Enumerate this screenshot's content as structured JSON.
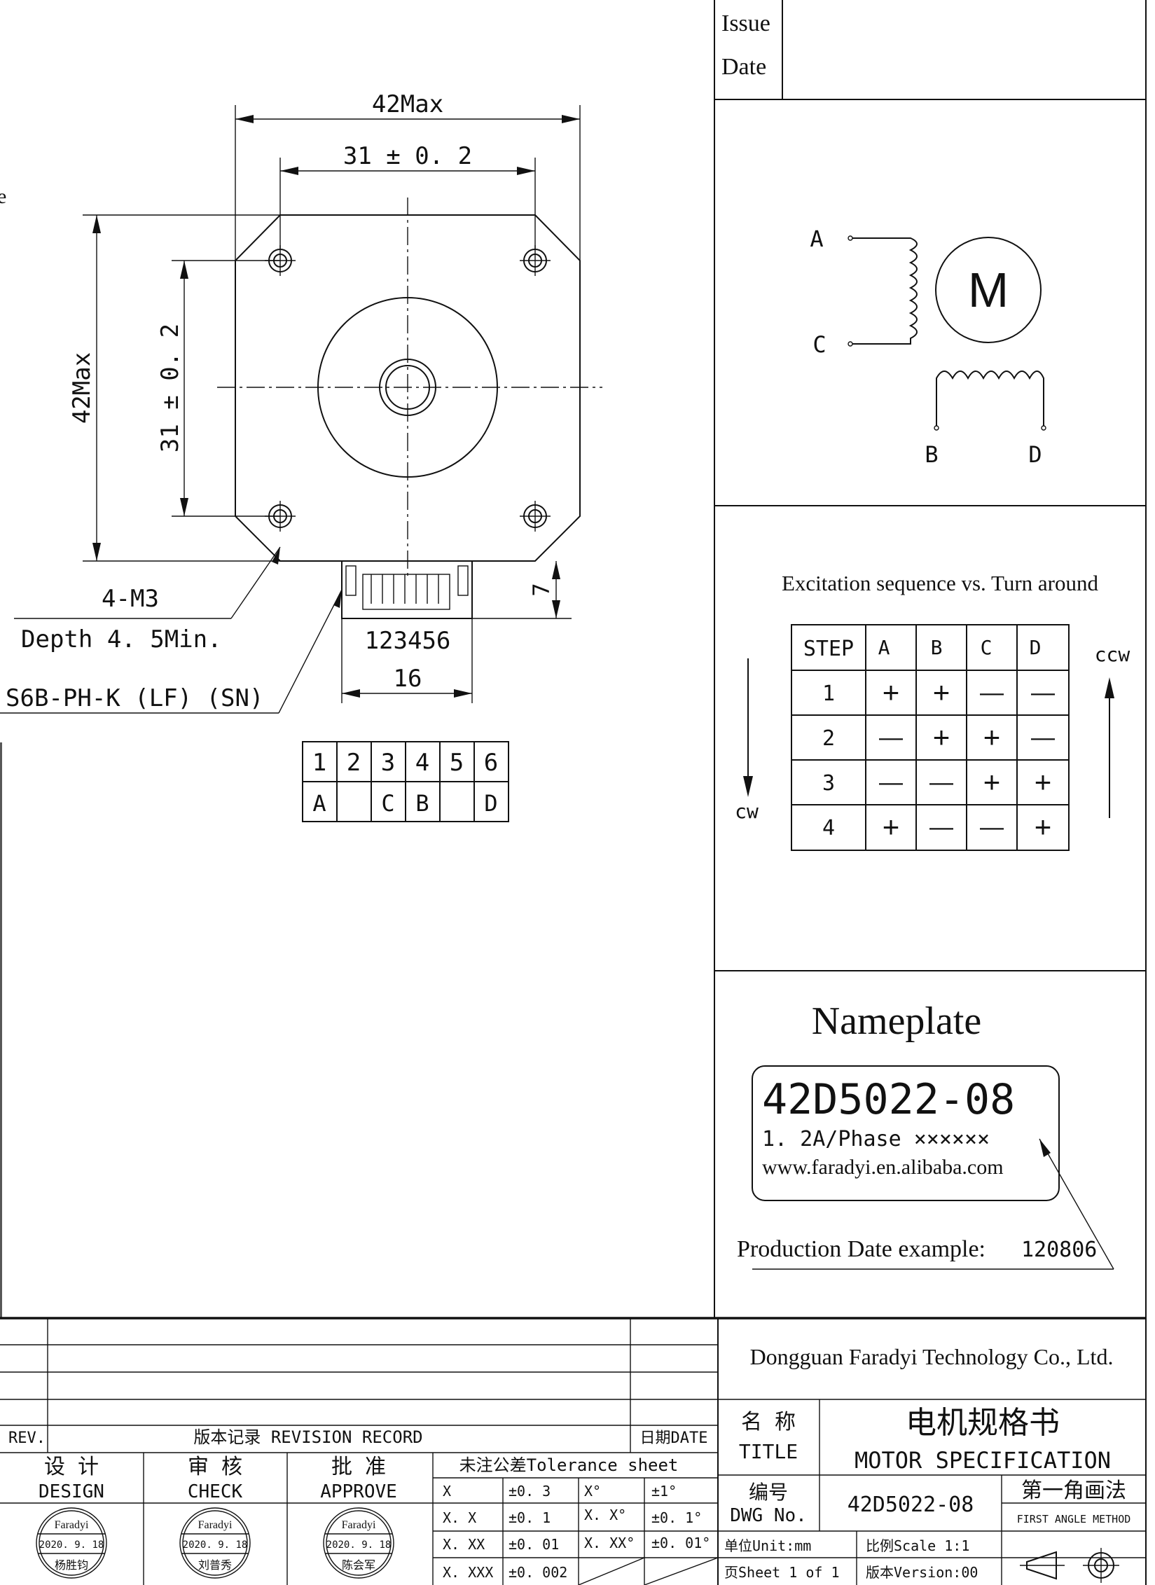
{
  "issue_block": {
    "issue": "Issue",
    "date": "Date"
  },
  "front_view": {
    "width_max": "42Max",
    "hole_spacing_h": "31 ± 0. 2",
    "height_max": "42Max",
    "hole_spacing_v": "31 ± 0. 2",
    "thread": "4-M3",
    "depth": "Depth 4. 5Min.",
    "connector_part": "S6B-PH-K (LF) (SN)",
    "pin_numbers": "123456",
    "connector_width": "16",
    "connector_height": "7",
    "left_fragment": "e"
  },
  "pinout": {
    "pins": [
      "1",
      "2",
      "3",
      "4",
      "5",
      "6"
    ],
    "phases": [
      "A",
      "",
      "C",
      "B",
      "",
      "D"
    ]
  },
  "wiring": {
    "a": "A",
    "c": "C",
    "b": "B",
    "d": "D",
    "motor": "M"
  },
  "excitation": {
    "title": "Excitation sequence vs. Turn around",
    "headers": [
      "STEP",
      "A",
      "B",
      "C",
      "D"
    ],
    "rows": [
      [
        "1",
        "+",
        "+",
        "—",
        "—"
      ],
      [
        "2",
        "—",
        "+",
        "+",
        "—"
      ],
      [
        "3",
        "—",
        "—",
        "+",
        "+"
      ],
      [
        "4",
        "+",
        "—",
        "—",
        "+"
      ]
    ],
    "ccw": "ccw",
    "cw": "cw"
  },
  "nameplate": {
    "title": "Nameplate",
    "model": "42D5022-08",
    "rating": "1. 2A/Phase ××××××",
    "website": "www.faradyi.en.alibaba.com",
    "production": "Production Date example:",
    "production_code": "120806"
  },
  "title_block": {
    "company": "Dongguan Faradyi Technology Co., Ltd.",
    "rev": "REV.",
    "revision_record": "版本记录 REVISION RECORD",
    "date_col": "日期DATE",
    "design_cn": "设 计",
    "design_en": "DESIGN",
    "check_cn": "审 核",
    "check_en": "CHECK",
    "approve_cn": "批 准",
    "approve_en": "APPROVE",
    "tolerance_header": "未注公差Tolerance sheet",
    "tolerance_rows": [
      [
        "X",
        "±0. 3",
        "X°",
        "±1°"
      ],
      [
        "X. X",
        "±0. 1",
        "X. X°",
        "±0. 1°"
      ],
      [
        "X. XX",
        "±0. 01",
        "X. XX°",
        "±0. 01°"
      ],
      [
        "X. XXX",
        "±0. 002",
        "",
        ""
      ]
    ],
    "name_cn": "名 称",
    "name_en": "TITLE",
    "title_cn": "电机规格书",
    "title_en": "MOTOR SPECIFICATION",
    "dwg_cn": "编号",
    "dwg_en": "DWG No.",
    "dwg_no": "42D5022-08",
    "method_cn": "第一角画法",
    "method_en": "FIRST ANGLE METHOD",
    "unit": "单位Unit:mm",
    "scale": "比例Scale 1:1",
    "sheet": "页Sheet 1 of 1",
    "version": "版本Version:00",
    "stamps": [
      {
        "brand": "Faradyi",
        "date": "2020. 9. 18",
        "name": "杨胜钧"
      },
      {
        "brand": "Faradyi",
        "date": "2020. 9. 18",
        "name": "刘普秀"
      },
      {
        "brand": "Faradyi",
        "date": "2020. 9. 18",
        "name": "陈会军"
      }
    ]
  }
}
